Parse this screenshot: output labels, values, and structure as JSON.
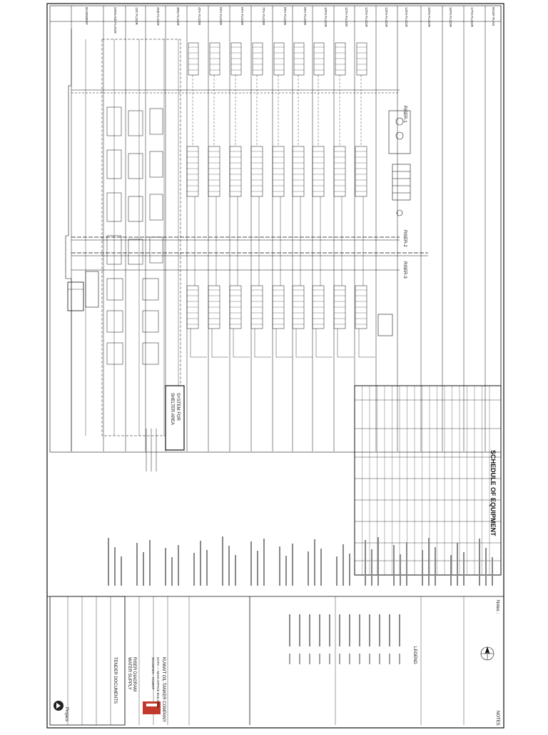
{
  "drawing": {
    "level_labels": [
      "ROOF PLAN",
      "17TH FLOOR",
      "16TH FLOOR",
      "15TH FLOOR",
      "14TH FLOOR",
      "13TH FLOOR",
      "12TH FLOOR",
      "11TH FLOOR",
      "10TH FLOOR",
      "9TH FLOOR",
      "8TH FLOOR",
      "7TH FLOOR",
      "6TH FLOOR",
      "5TH FLOOR",
      "4TH FLOOR",
      "3RD FLOOR",
      "2ND FLOOR",
      "1ST FLOOR",
      "GROUND FLOOR",
      "BASEMENT"
    ],
    "riser_labels": [
      "RISER-1",
      "RISER-2",
      "RISER-3"
    ],
    "shelter_box": [
      "SYSTEM FOR",
      "SHELTER AREA"
    ],
    "schedule_title": "SCHEDULE OF EQUIPMENT",
    "notes_title": "NOTES",
    "legend_title": "LEGEND",
    "notes_heading": "Notes :",
    "title_block": {
      "client": "KUWAIT OIL TANKER COMPANY",
      "project_line1": "KOTC — MAIN OFFICE BUILDING",
      "project_line2": "SHUWAIKH - KUWAIT",
      "drawing_title_1": "RISER DIAGRAM",
      "drawing_title_2": "WATER SUPPLY",
      "status": "TENDER DOCUMENTS",
      "consultant": "Projacs"
    }
  },
  "colors": {
    "ink": "#111111",
    "paper": "#ffffff",
    "logo_red": "#c0392b"
  }
}
